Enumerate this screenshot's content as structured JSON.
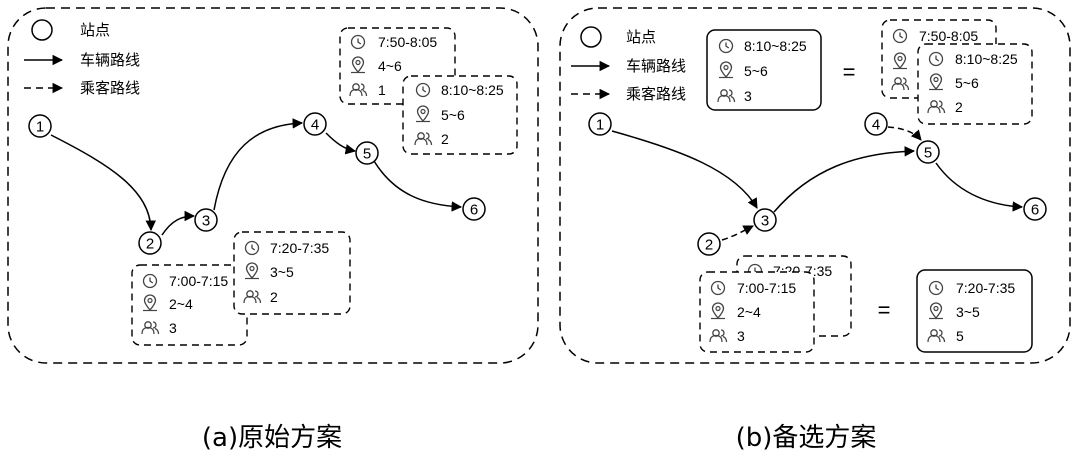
{
  "legend": {
    "station": "站点",
    "vehicle_route": "车辆路线",
    "passenger_route": "乘客路线"
  },
  "panel_a": {
    "caption": "(a)原始方案",
    "nodes": [
      "1",
      "2",
      "3",
      "4",
      "5",
      "6"
    ],
    "box_top1": {
      "time": "7:50-8:05",
      "range": "4~6",
      "count": "1"
    },
    "box_top2": {
      "time": "8:10~8:25",
      "range": "5~6",
      "count": "2"
    },
    "box_bot1": {
      "time": "7:00-7:15",
      "range": "2~4",
      "count": "3"
    },
    "box_bot2": {
      "time": "7:20-7:35",
      "range": "3~5",
      "count": "2"
    }
  },
  "panel_b": {
    "caption": "(b)备选方案",
    "nodes": [
      "1",
      "2",
      "3",
      "4",
      "5",
      "6"
    ],
    "box_solid_top": {
      "time": "8:10~8:25",
      "range": "5~6",
      "count": "3"
    },
    "box_top1": {
      "time": "7:50-8:05"
    },
    "box_top2": {
      "time": "8:10~8:25",
      "range": "5~6",
      "count": "2"
    },
    "box_bot_back": {
      "time": "7:20-7:35"
    },
    "box_bot1": {
      "time": "7:00-7:15",
      "range": "2~4",
      "count": "3"
    },
    "box_solid_bot": {
      "time": "7:20-7:35",
      "range": "3~5",
      "count": "5"
    },
    "equals": "="
  },
  "icons": [
    "clock-icon",
    "location-pin-icon",
    "people-icon"
  ]
}
